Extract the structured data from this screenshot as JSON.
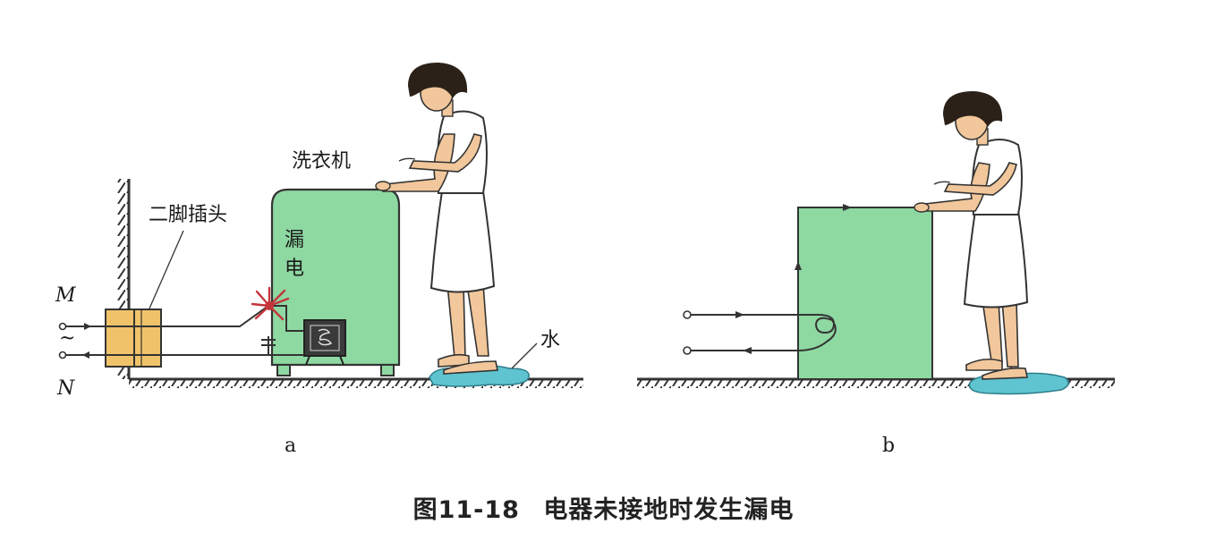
{
  "labels": {
    "M": "M",
    "tilde": "~",
    "N": "N",
    "plug": "二脚插头",
    "washer": "洗衣机",
    "leak_1": "漏",
    "leak_2": "电",
    "water": "水"
  },
  "subfigures": {
    "a": "a",
    "b": "b"
  },
  "caption": {
    "number": "图11-18",
    "text": "电器未接地时发生漏电"
  },
  "colors": {
    "machine_fill": "#8ed8a2",
    "plug_fill": "#f0c36a",
    "wire": "#333333",
    "current_path": "#c02a2a",
    "spark": "#c4353a",
    "water_fill": "#5fc4d0",
    "skin": "#f1c79b",
    "hair": "#2b2118"
  }
}
